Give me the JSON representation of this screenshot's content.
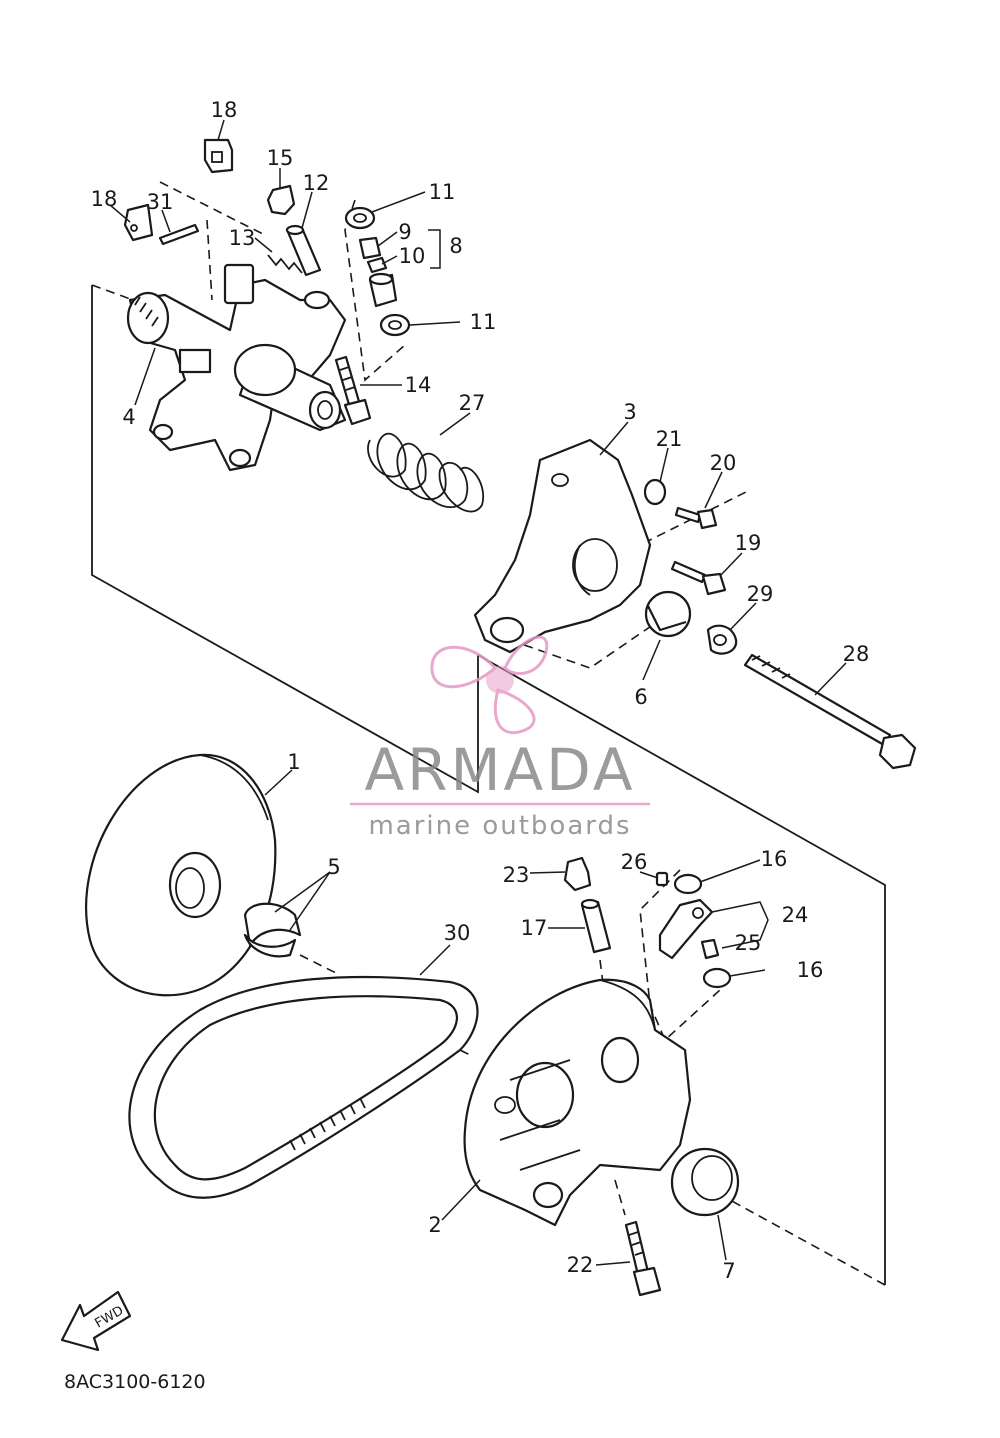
{
  "callouts": [
    {
      "id": "c18a",
      "text": "18"
    },
    {
      "id": "c15",
      "text": "15"
    },
    {
      "id": "c12",
      "text": "12"
    },
    {
      "id": "c11a",
      "text": "11"
    },
    {
      "id": "c18b",
      "text": "18"
    },
    {
      "id": "c31",
      "text": "31"
    },
    {
      "id": "c13",
      "text": "13"
    },
    {
      "id": "c9",
      "text": "9"
    },
    {
      "id": "c10",
      "text": "10"
    },
    {
      "id": "c8",
      "text": "8"
    },
    {
      "id": "c11b",
      "text": "11"
    },
    {
      "id": "c4",
      "text": "4"
    },
    {
      "id": "c14",
      "text": "14"
    },
    {
      "id": "c27",
      "text": "27"
    },
    {
      "id": "c3",
      "text": "3"
    },
    {
      "id": "c21",
      "text": "21"
    },
    {
      "id": "c20",
      "text": "20"
    },
    {
      "id": "c19",
      "text": "19"
    },
    {
      "id": "c29",
      "text": "29"
    },
    {
      "id": "c28",
      "text": "28"
    },
    {
      "id": "c6",
      "text": "6"
    },
    {
      "id": "c1",
      "text": "1"
    },
    {
      "id": "c5",
      "text": "5"
    },
    {
      "id": "c30",
      "text": "30"
    },
    {
      "id": "c23",
      "text": "23"
    },
    {
      "id": "c26",
      "text": "26"
    },
    {
      "id": "c16a",
      "text": "16"
    },
    {
      "id": "c17",
      "text": "17"
    },
    {
      "id": "c24",
      "text": "24"
    },
    {
      "id": "c25",
      "text": "25"
    },
    {
      "id": "c16b",
      "text": "16"
    },
    {
      "id": "c2",
      "text": "2"
    },
    {
      "id": "c22",
      "text": "22"
    },
    {
      "id": "c7",
      "text": "7"
    }
  ],
  "diagram_code": "8AC3100-6120",
  "fwd_label": "FWD",
  "watermark": {
    "brand": "ARMADA",
    "tagline": "marine outboards",
    "brand_color": "#8a8a8a",
    "accent_color": "#e59ac6"
  }
}
